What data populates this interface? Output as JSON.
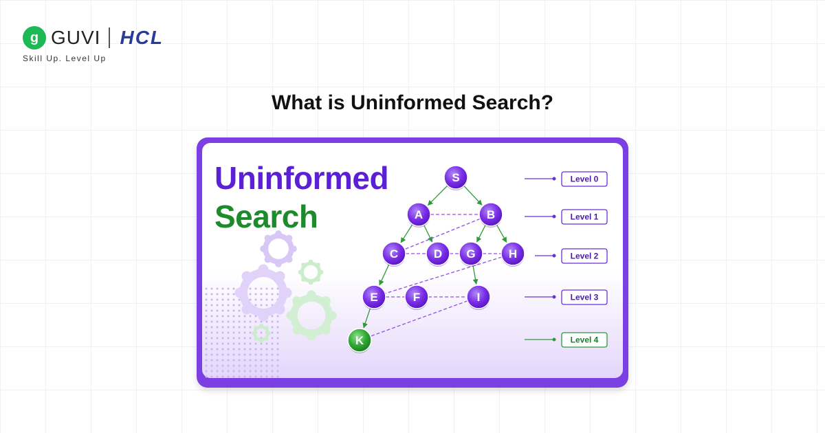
{
  "brand": {
    "guvi_icon_char": "g",
    "guvi_name": "GUVI",
    "hcl_name": "HCL",
    "tagline": "Skill Up. Level Up"
  },
  "headline": "What is Uninformed Search?",
  "card": {
    "title_line1": "Uninformed",
    "title_line2": "Search"
  },
  "tree": {
    "nodes": [
      "S",
      "A",
      "B",
      "C",
      "D",
      "G",
      "H",
      "E",
      "F",
      "I",
      "K"
    ],
    "tree_edges": [
      [
        "S",
        "A"
      ],
      [
        "S",
        "B"
      ],
      [
        "A",
        "C"
      ],
      [
        "A",
        "D"
      ],
      [
        "B",
        "G"
      ],
      [
        "B",
        "H"
      ],
      [
        "C",
        "E"
      ],
      [
        "G",
        "I"
      ],
      [
        "E",
        "K"
      ]
    ],
    "order_links": [
      [
        "A",
        "B"
      ],
      [
        "B",
        "C"
      ],
      [
        "C",
        "D"
      ],
      [
        "D",
        "G"
      ],
      [
        "G",
        "H"
      ],
      [
        "H",
        "E"
      ],
      [
        "E",
        "F"
      ],
      [
        "F",
        "I"
      ],
      [
        "I",
        "K"
      ]
    ],
    "levels": [
      "Level 0",
      "Level 1",
      "Level 2",
      "Level 3",
      "Level 4"
    ],
    "colors": {
      "node_purple": "#7a2ee6",
      "node_green": "#2fa833",
      "tree_edge": "#2e9b3a",
      "order_link": "#8f4fe8",
      "level_box_purple": "#6a2fd8",
      "level_box_green": "#2a9a3a"
    }
  },
  "decor": [
    "gear-icon",
    "gear-icon",
    "gear-icon",
    "gear-icon",
    "gear-icon"
  ]
}
